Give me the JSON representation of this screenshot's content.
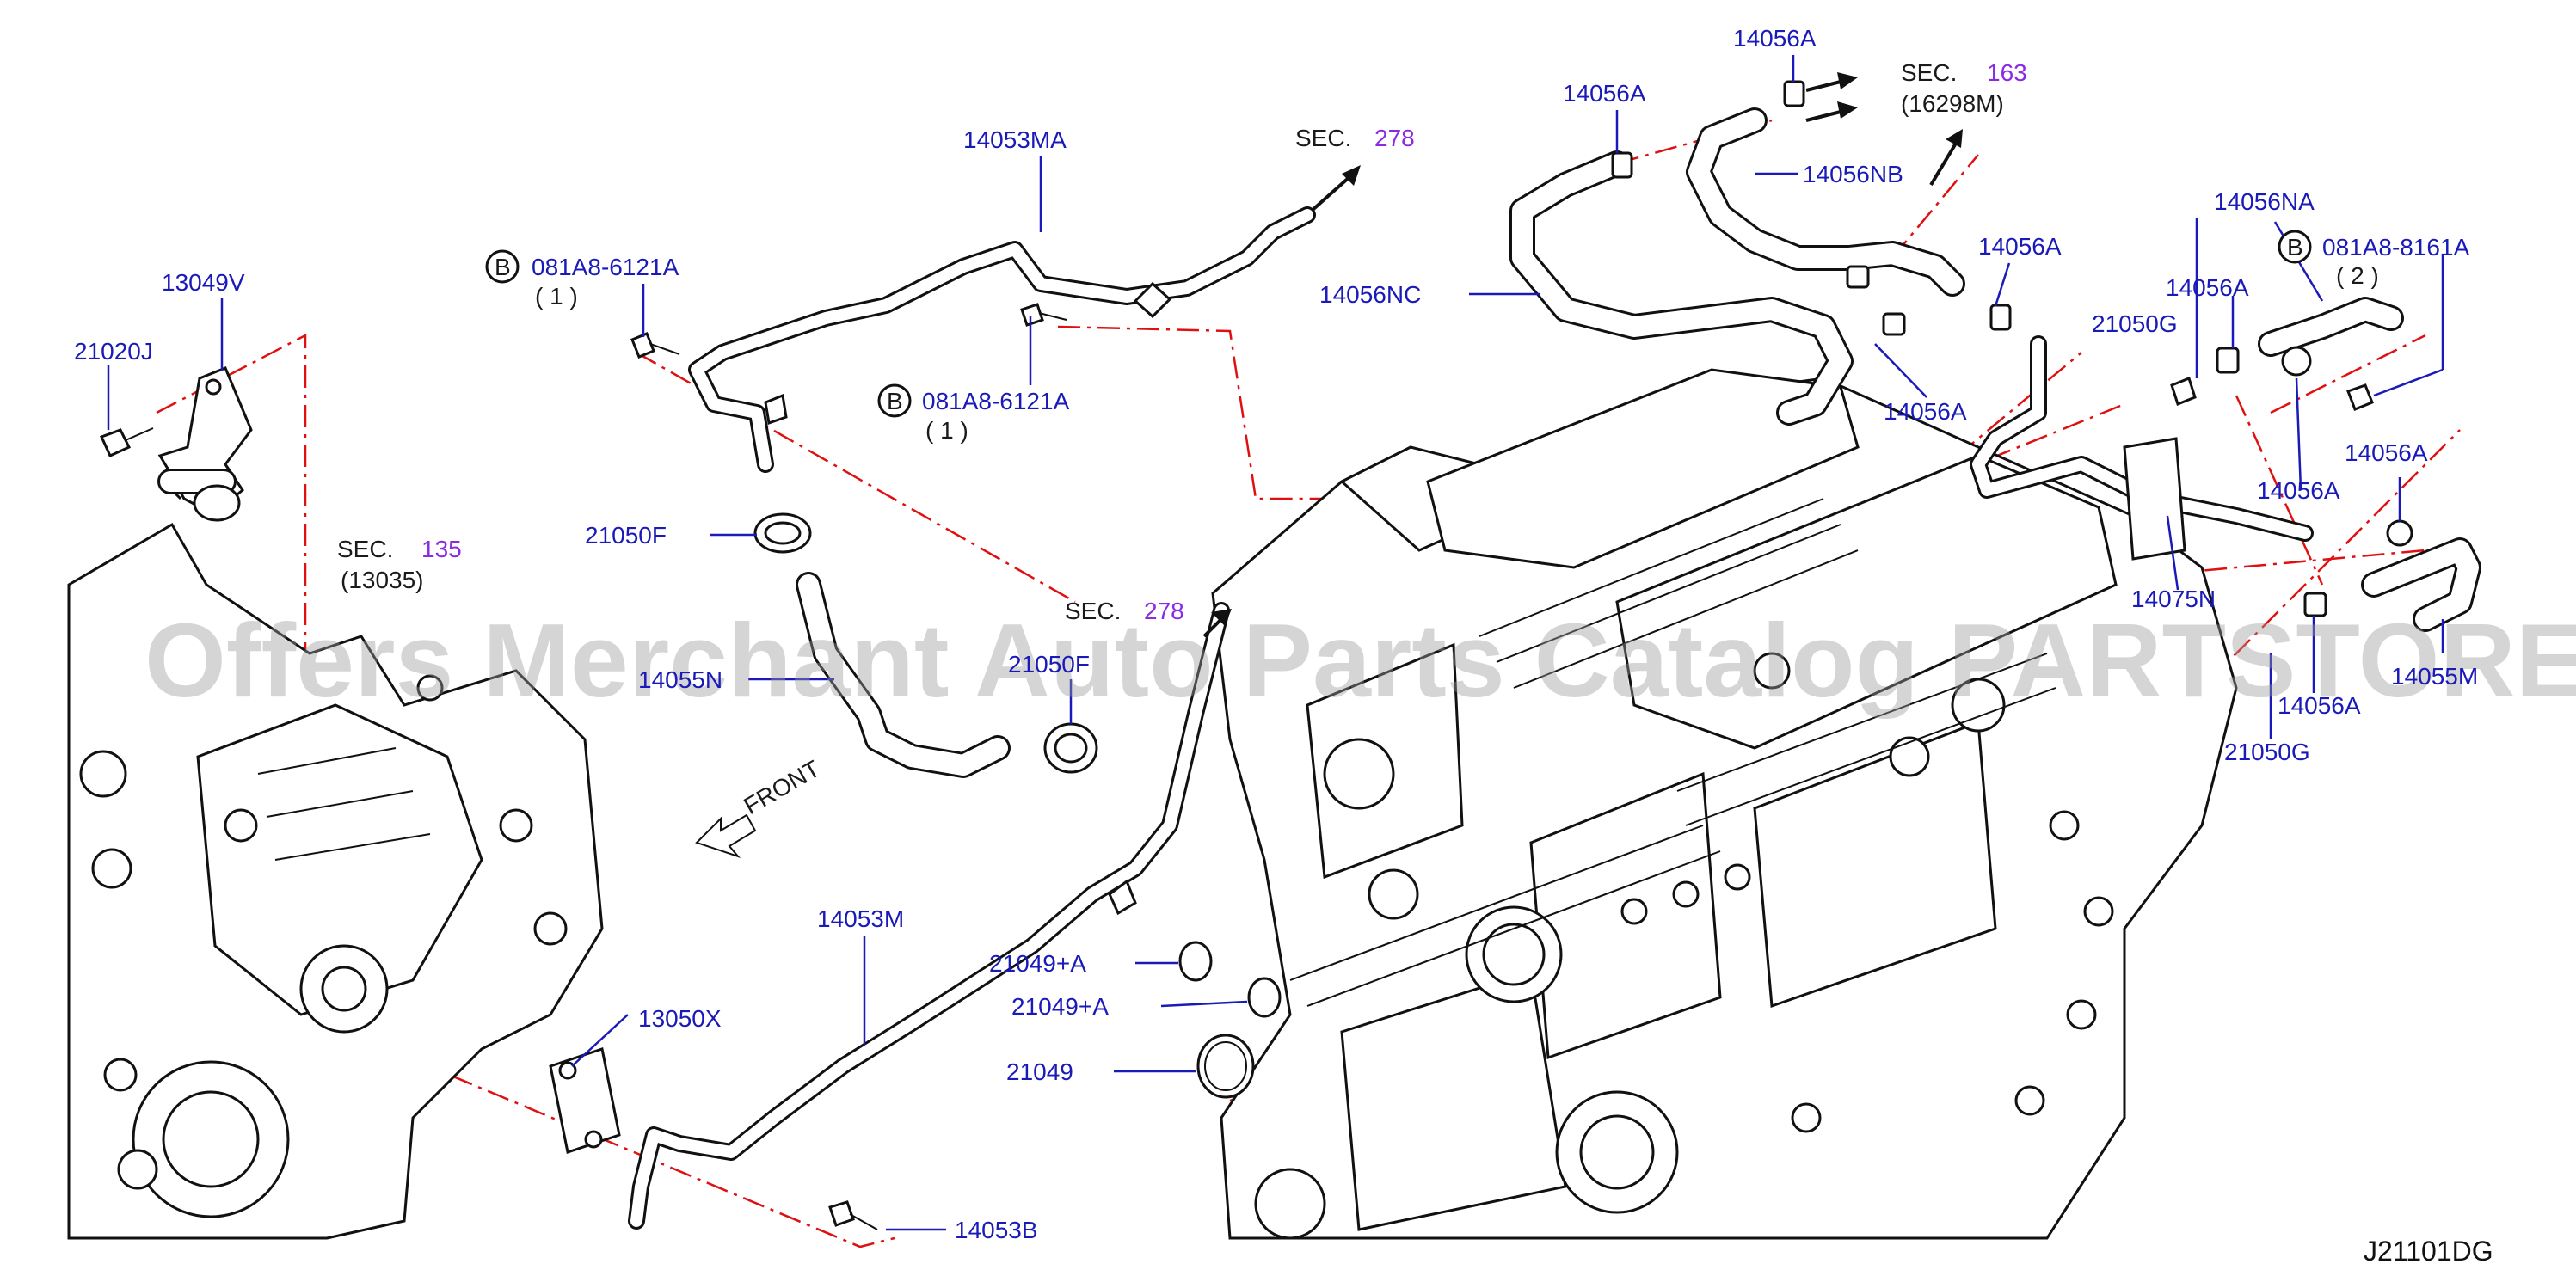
{
  "watermark": "Offers Merchant Auto Parts Catalog PARTSTORE.SA",
  "drawing_id": "J21101DG",
  "front_label": "FRONT",
  "bolt_marker": "B",
  "section_refs": {
    "sec135": {
      "prefix": "SEC.",
      "number": "135",
      "sub": "(13035)"
    },
    "sec278_top": {
      "prefix": "SEC.",
      "number": "278"
    },
    "sec278_mid": {
      "prefix": "SEC.",
      "number": "278"
    },
    "sec163": {
      "prefix": "SEC.",
      "number": "163",
      "sub": "(16298M)"
    }
  },
  "parts": {
    "p13049V": "13049V",
    "p21020J": "21020J",
    "p14053MA": "14053MA",
    "b1": {
      "number": "081A8-6121A",
      "qty": "( 1 )"
    },
    "b2": {
      "number": "081A8-6121A",
      "qty": "( 1 )"
    },
    "b3": {
      "number": "081A8-8161A",
      "qty": "( 2 )"
    },
    "p21050F": "21050F",
    "p14055N": "14055N",
    "p21050F_b": "21050F",
    "p14056A_1": "14056A",
    "p14056A_2": "14056A",
    "p14056NB": "14056NB",
    "p14056NC": "14056NC",
    "p14056A_3": "14056A",
    "p14056A_4": "14056A",
    "p14056NA": "14056NA",
    "p21050G_1": "21050G",
    "p14056A_5": "14056A",
    "p14056A_6": "14056A",
    "p14056A_7": "14056A",
    "p14075N": "14075N",
    "p14055M": "14055M",
    "p14056A_8": "14056A",
    "p21050G_2": "21050G",
    "p14053M": "14053M",
    "p13050X": "13050X",
    "p21049A_1": "21049+A",
    "p21049A_2": "21049+A",
    "p21049": "21049",
    "p14053B": "14053B"
  }
}
